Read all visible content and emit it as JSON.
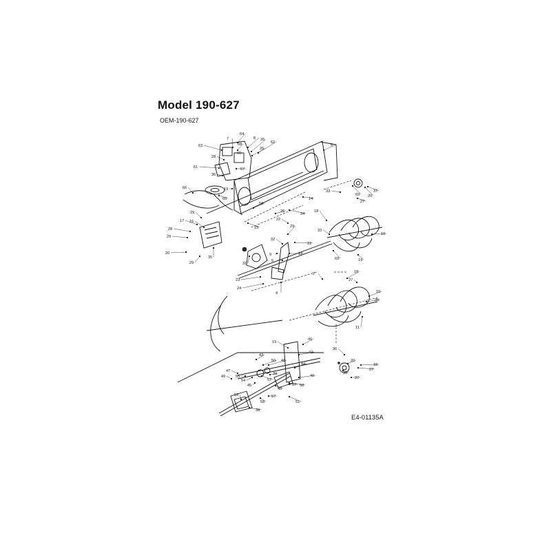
{
  "header": {
    "title": "Model 190-627",
    "oem": "OEM-190-627"
  },
  "footer": {
    "drawing": "E4-01135A"
  },
  "callouts": [
    {
      "label": "64"
    },
    {
      "label": "7"
    },
    {
      "label": "68"
    },
    {
      "label": "8"
    },
    {
      "label": "26"
    },
    {
      "label": "62"
    },
    {
      "label": "6"
    },
    {
      "label": "63"
    },
    {
      "label": "28"
    },
    {
      "label": "26"
    },
    {
      "label": "61"
    },
    {
      "label": "67"
    },
    {
      "label": "36"
    },
    {
      "label": "19"
    },
    {
      "label": "60"
    },
    {
      "label": "66"
    },
    {
      "label": "14"
    },
    {
      "label": "33"
    },
    {
      "label": "69"
    },
    {
      "label": "20"
    },
    {
      "label": "37"
    },
    {
      "label": "27"
    },
    {
      "label": "58"
    },
    {
      "label": "34"
    },
    {
      "label": "26"
    },
    {
      "label": "29"
    },
    {
      "label": "17"
    },
    {
      "label": "16"
    },
    {
      "label": "15"
    },
    {
      "label": "18"
    },
    {
      "label": "28"
    },
    {
      "label": "29"
    },
    {
      "label": "33"
    },
    {
      "label": "10"
    },
    {
      "label": "22"
    },
    {
      "label": "29"
    },
    {
      "label": "32"
    },
    {
      "label": "22"
    },
    {
      "label": "12"
    },
    {
      "label": "20"
    },
    {
      "label": "29"
    },
    {
      "label": "35"
    },
    {
      "label": "31"
    },
    {
      "label": "9"
    },
    {
      "label": "5"
    },
    {
      "label": "69"
    },
    {
      "label": "19"
    },
    {
      "label": "4"
    },
    {
      "label": "23"
    },
    {
      "label": "24"
    },
    {
      "label": "2"
    },
    {
      "label": "18"
    },
    {
      "label": "27"
    },
    {
      "label": "10"
    },
    {
      "label": "35"
    },
    {
      "label": "11"
    },
    {
      "label": "19"
    },
    {
      "label": "41"
    },
    {
      "label": "42"
    },
    {
      "label": "43"
    },
    {
      "label": "50"
    },
    {
      "label": "48"
    },
    {
      "label": "44"
    },
    {
      "label": "47"
    },
    {
      "label": "55"
    },
    {
      "label": "54"
    },
    {
      "label": "57"
    },
    {
      "label": "39"
    },
    {
      "label": "40"
    },
    {
      "label": "58"
    },
    {
      "label": "49"
    },
    {
      "label": "45"
    },
    {
      "label": "46"
    },
    {
      "label": "57"
    },
    {
      "label": "53"
    },
    {
      "label": "51"
    },
    {
      "label": "58"
    },
    {
      "label": "57"
    },
    {
      "label": "38"
    },
    {
      "label": "36"
    },
    {
      "label": "20"
    },
    {
      "label": "33"
    },
    {
      "label": "27"
    },
    {
      "label": "30"
    },
    {
      "label": "37"
    }
  ]
}
